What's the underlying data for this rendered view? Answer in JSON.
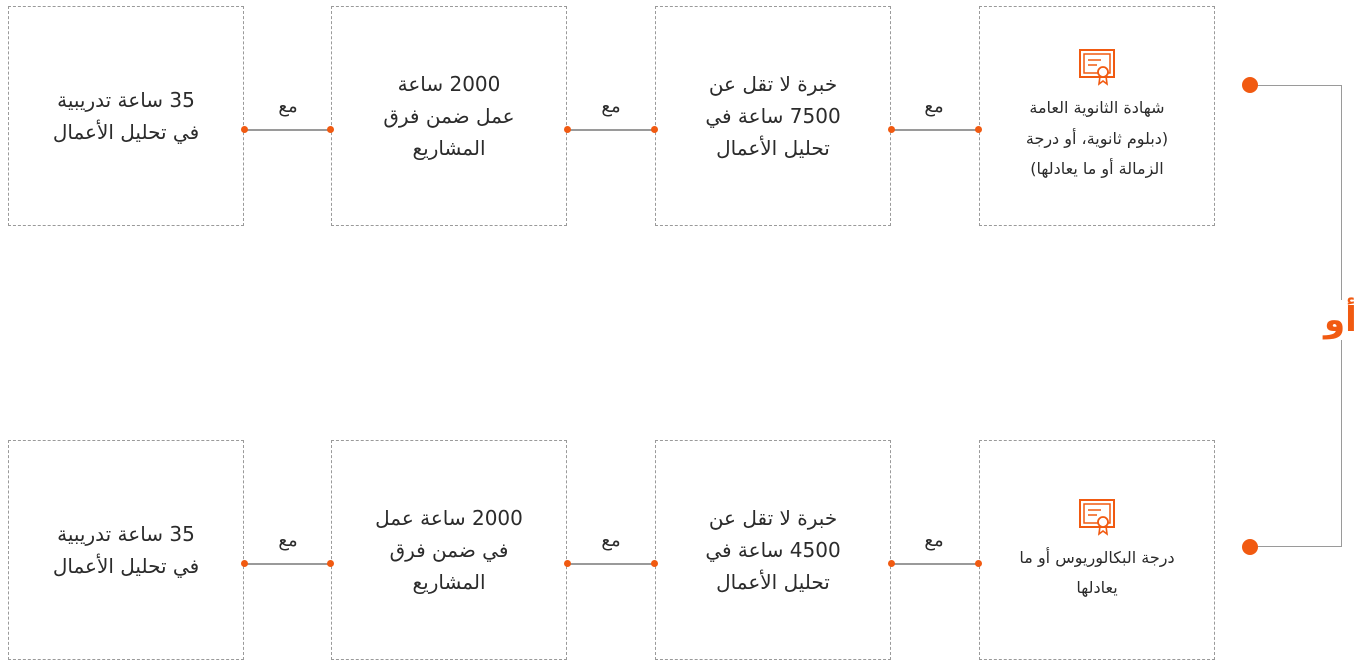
{
  "colors": {
    "accent": "#f15a11",
    "line": "#9a9a9a",
    "text": "#2b2b2b"
  },
  "connector_label": "مع",
  "or_label": "أو",
  "rows": [
    {
      "qualification": {
        "icon": "certificate-icon",
        "text": "شهادة الثانوية العامة\n(دبلوم ثانوية، أو درجة\nالزمالة أو ما يعادلها)"
      },
      "experience": "خبرة لا تقل عن\n7500 ساعة في\nتحليل الأعمال",
      "project_work": "2000 ساعة\nعمل ضمن فرق\nالمشاريع",
      "training": "35 ساعة تدريبية\nفي تحليل الأعمال"
    },
    {
      "qualification": {
        "icon": "certificate-icon",
        "text": "درجة البكالوريوس أو ما\nيعادلها"
      },
      "experience": "خبرة لا تقل عن\n4500 ساعة في\nتحليل الأعمال",
      "project_work": "2000 ساعة عمل\nفي ضمن فرق\nالمشاريع",
      "training": "35 ساعة تدريبية\nفي تحليل الأعمال"
    }
  ]
}
